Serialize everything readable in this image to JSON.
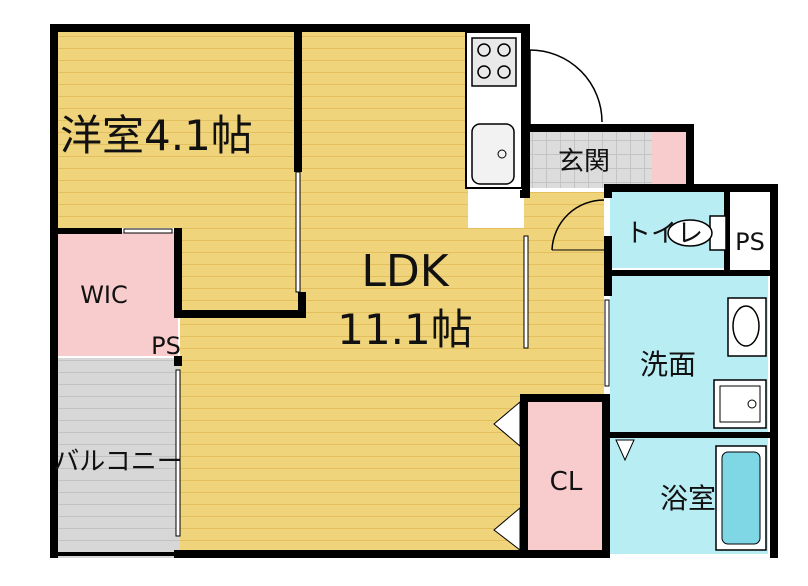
{
  "plan": {
    "rooms": {
      "western": {
        "name": "洋室4.1帖"
      },
      "ldk": {
        "name": "LDK",
        "size": "11.1帖"
      },
      "wic": {
        "name": "WIC"
      },
      "ps_left": {
        "name": "PS"
      },
      "balcony": {
        "name": "バルコニー"
      },
      "entrance": {
        "name": "玄関"
      },
      "toilet": {
        "name": "トイレ"
      },
      "ps_right": {
        "name": "PS"
      },
      "washroom": {
        "name": "洗面"
      },
      "closet": {
        "name": "CL"
      },
      "bathroom": {
        "name": "浴室"
      }
    },
    "colors": {
      "wood_floor": "#f0d47c",
      "wood_line": "#e3bf5e",
      "wic_closet": "#f8cccd",
      "wet_area": "#b9edf4",
      "balcony": "#d7d7d7",
      "entrance": "#dcdcdc",
      "wall": "#000000"
    },
    "icons": [
      "stove-icon",
      "sink-icon",
      "toilet-icon",
      "washbasin-icon",
      "washer-pan-icon",
      "bathtub-icon",
      "door-swing-icon"
    ]
  }
}
